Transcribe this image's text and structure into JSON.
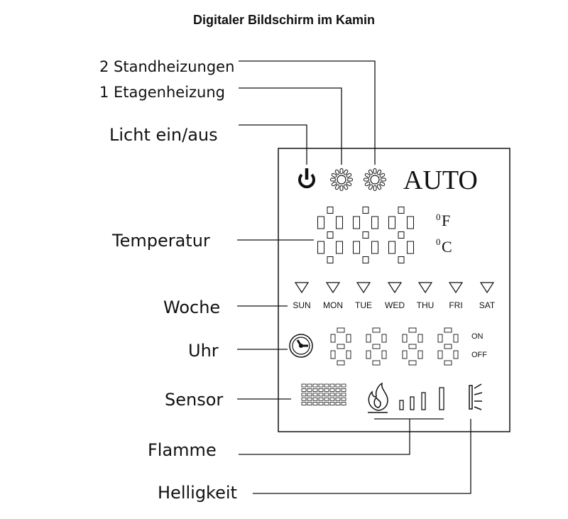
{
  "title": "Digitaler Bildschirm im Kamin",
  "callouts": {
    "standheizungen": "2 Standheizungen",
    "etagenheizung": "1 Etagenheizung",
    "licht": "Licht ein/aus",
    "temperatur": "Temperatur",
    "woche": "Woche",
    "uhr": "Uhr",
    "sensor": "Sensor",
    "flamme": "Flamme",
    "helligkeit": "Helligkeit"
  },
  "display": {
    "auto": "AUTO",
    "unit_f": "F",
    "unit_c": "C",
    "unit_prefix": "0",
    "days": [
      "SUN",
      "MON",
      "TUE",
      "WED",
      "THU",
      "FRI",
      "SAT"
    ],
    "on": "ON",
    "off": "OFF"
  },
  "icons": [
    "power-icon",
    "sun-icon",
    "sun-icon",
    "clock-icon",
    "sensor-grid-icon",
    "flame-icon",
    "brightness-icon"
  ],
  "colors": {
    "line": "#111111",
    "background": "#ffffff"
  }
}
